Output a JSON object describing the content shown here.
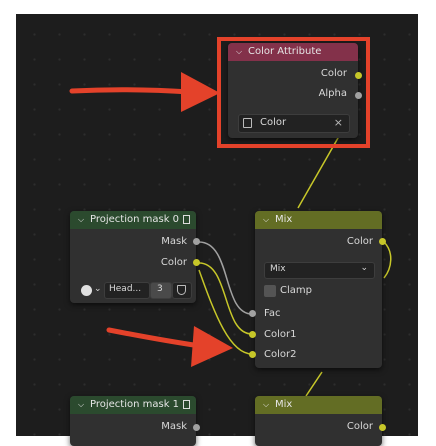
{
  "nodes": {
    "color_attribute": {
      "title": "Color Attribute",
      "outputs": [
        "Color",
        "Alpha"
      ],
      "attribute_value": "Color"
    },
    "projection_mask_0": {
      "title": "Projection mask 0",
      "outputs": [
        "Mask",
        "Color"
      ],
      "image_label": "Head...",
      "user_count": "3"
    },
    "mix_1": {
      "title": "Mix",
      "output": "Color",
      "blend_mode": "Mix",
      "clamp_label": "Clamp",
      "inputs": [
        "Fac",
        "Color1",
        "Color2"
      ]
    },
    "projection_mask_1": {
      "title": "Projection mask 1",
      "outputs": [
        "Mask"
      ]
    },
    "mix_2": {
      "title": "Mix",
      "output": "Color"
    }
  },
  "colors": {
    "background": "#1d1d1d",
    "node_body": "#303030",
    "header_attribute": "#83314a",
    "header_group": "#2b4a2e",
    "header_mix": "#636d24",
    "socket_color": "#c7c729",
    "socket_float": "#a1a1a1",
    "annotation": "#e4422a"
  }
}
